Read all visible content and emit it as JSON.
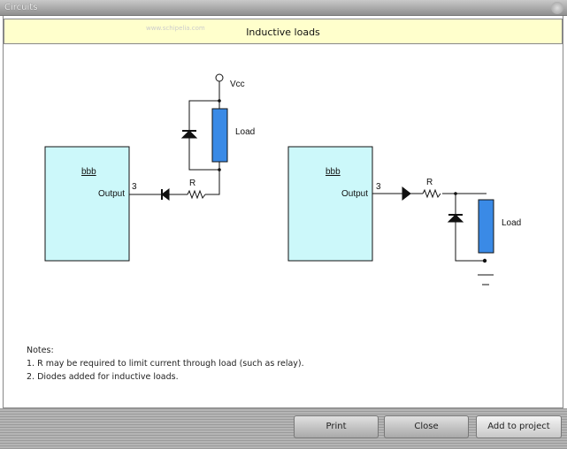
{
  "window": {
    "title": "Circuits"
  },
  "header": {
    "title": "Inductive loads",
    "watermark": "www.schipelia.com"
  },
  "circuit_left": {
    "chip": "bbb",
    "pin_label": "Output",
    "pin_number": "3",
    "resistor": "R",
    "supply": "Vcc",
    "load": "Load"
  },
  "circuit_right": {
    "chip": "bbb",
    "pin_label": "Output",
    "pin_number": "3",
    "resistor": "R",
    "load": "Load"
  },
  "notes": {
    "title": "Notes:",
    "items": [
      "1. R may be required to limit current through load (such as relay).",
      "2. Diodes added for inductive loads."
    ]
  },
  "buttons": {
    "print": "Print",
    "close": "Close",
    "add": "Add to project"
  },
  "colors": {
    "chip": "#ccf8fa",
    "load": "#3a8ae6",
    "header": "#ffffcc"
  }
}
